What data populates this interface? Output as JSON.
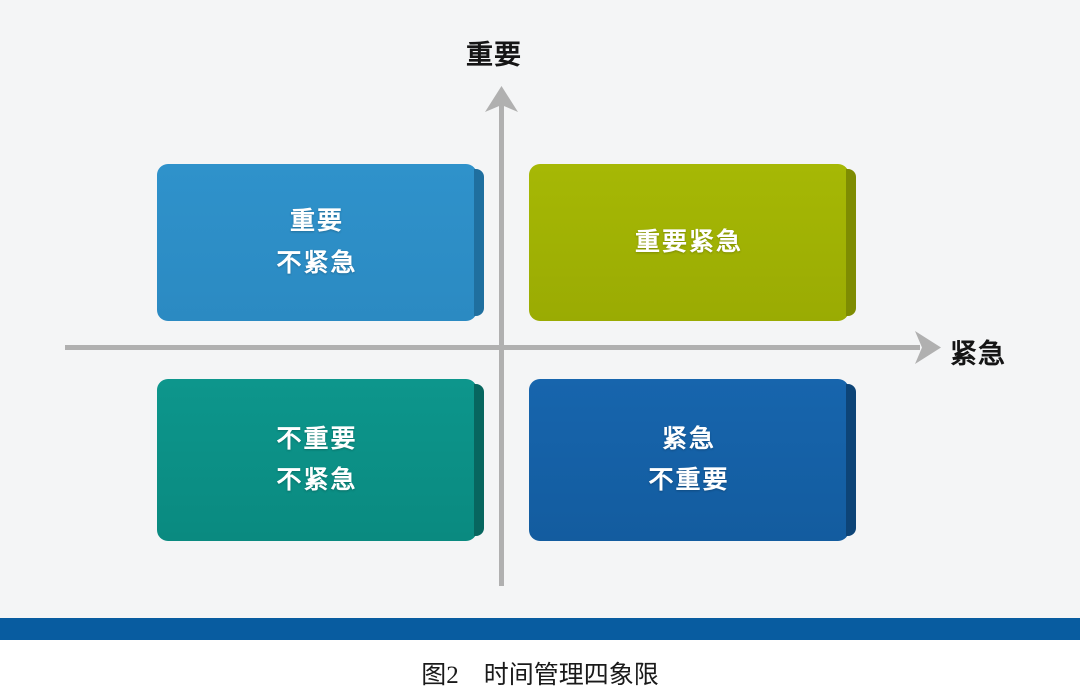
{
  "figure": {
    "caption": "图2　时间管理四象限",
    "background_color": "#f4f5f6",
    "accent_bar_color": "#085ca0"
  },
  "axes": {
    "y_label": "重要",
    "x_label": "紧急",
    "line_color": "#b0b0b0",
    "y_arrow_icon": "arrow-up-icon",
    "x_arrow_icon": "arrow-right-icon"
  },
  "quadrants": [
    {
      "id": "important-not-urgent",
      "position": "top-left",
      "lines": [
        "重要",
        "不紧急"
      ],
      "line1": "重要",
      "line2": "不紧急",
      "color": "#2b8fc9",
      "shade_color": "#1f6f9f"
    },
    {
      "id": "important-urgent",
      "position": "top-right",
      "lines": [
        "重要紧急"
      ],
      "line1": "重要紧急",
      "line2": "",
      "color": "#a3b504",
      "shade_color": "#7e8c02"
    },
    {
      "id": "not-important-not-urgent",
      "position": "bottom-left",
      "lines": [
        "不重要",
        "不紧急"
      ],
      "line1": "不重要",
      "line2": "不紧急",
      "color": "#0d9289",
      "shade_color": "#07665f"
    },
    {
      "id": "urgent-not-important",
      "position": "bottom-right",
      "lines": [
        "紧急",
        "不重要"
      ],
      "line1": "紧急",
      "line2": "不重要",
      "color": "#1660a8",
      "shade_color": "#0d4477"
    }
  ]
}
